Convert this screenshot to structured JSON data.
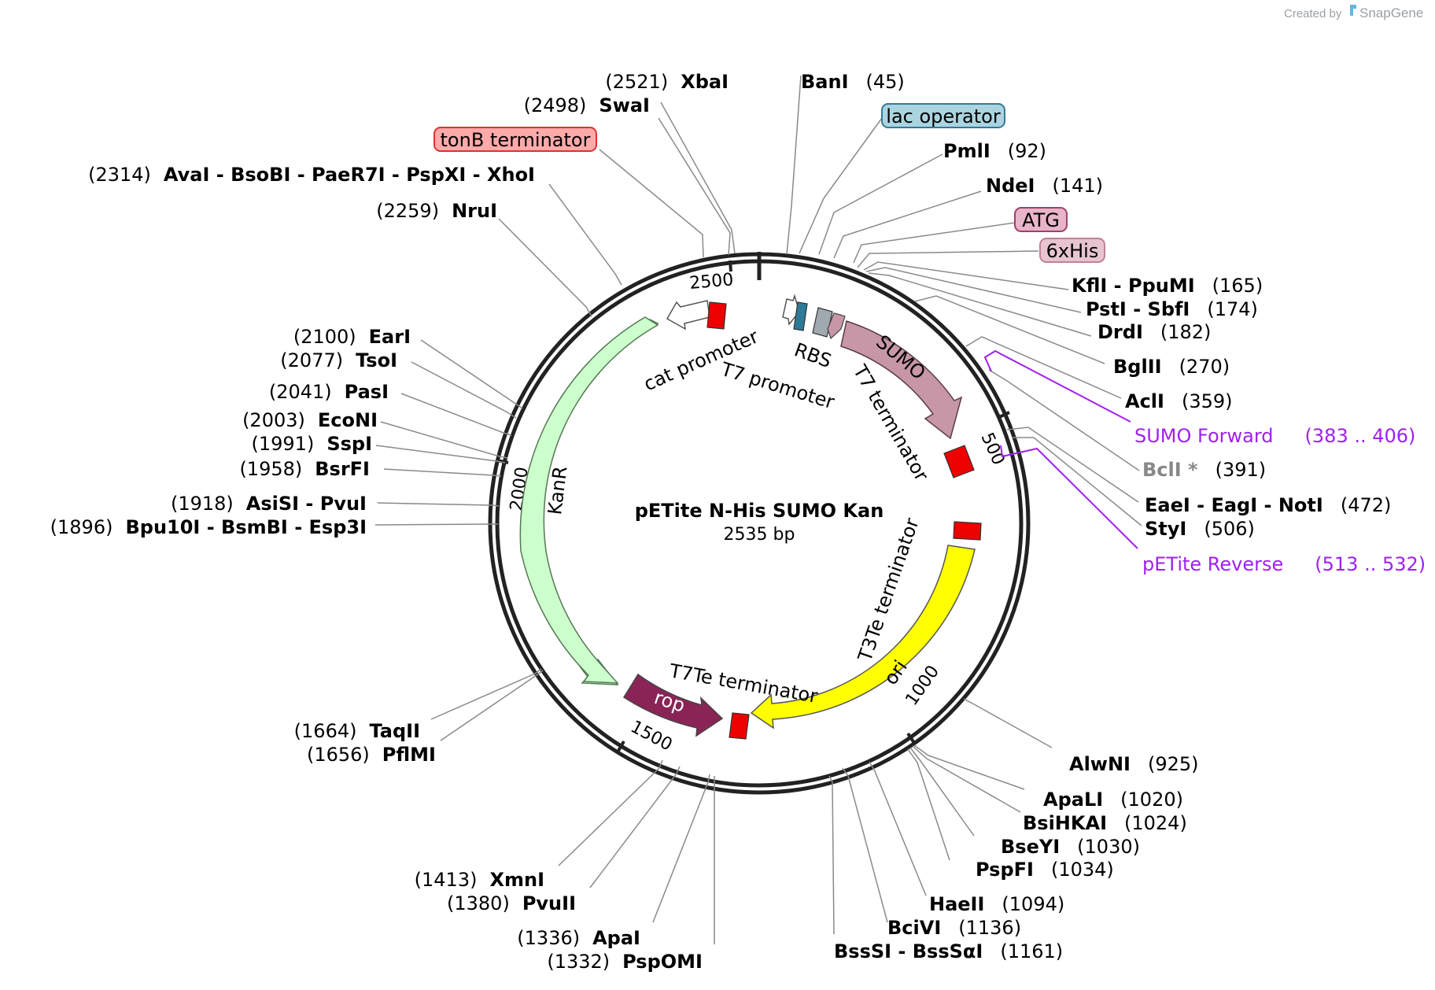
{
  "brand": {
    "created_by": "Created by",
    "product": "SnapGene"
  },
  "plasmid": {
    "name": "pETite N-His SUMO Kan",
    "length": "2535 bp"
  },
  "ticks": [
    "500",
    "1000",
    "1500",
    "2000",
    "2500"
  ],
  "features": [
    {
      "id": "sumo",
      "label": "SUMO",
      "color": "#c797a8"
    },
    {
      "id": "ori",
      "label": "ori",
      "color": "#ffff00"
    },
    {
      "id": "kanr",
      "label": "KanR",
      "color": "#ccffcc"
    },
    {
      "id": "rop",
      "label": "rop",
      "color": "#8b2456"
    },
    {
      "id": "cat_promoter",
      "label": "cat promoter",
      "color": "#ffffff"
    },
    {
      "id": "t7_promoter",
      "label": "T7 promoter",
      "color": "#ffffff"
    },
    {
      "id": "rbs",
      "label": "RBS",
      "color": "#a0a8b0"
    },
    {
      "id": "t7_terminator",
      "label": "T7 terminator",
      "color": "#ee0000"
    },
    {
      "id": "t3te_terminator",
      "label": "T3Te terminator",
      "color": "#ee0000"
    },
    {
      "id": "t7te_terminator",
      "label": "T7Te terminator",
      "color": "#ee0000"
    }
  ],
  "boxed_features": [
    {
      "id": "tonb",
      "label": "tonB terminator",
      "fill": "#ffaaaa",
      "stroke": "#dd3333"
    },
    {
      "id": "lacop",
      "label": "lac operator",
      "fill": "#aad4e0",
      "stroke": "#337a99"
    },
    {
      "id": "atg",
      "label": "ATG",
      "fill": "#e8b4c8",
      "stroke": "#a04070"
    },
    {
      "id": "his",
      "label": "6xHis",
      "fill": "#e8c4d0",
      "stroke": "#c08098"
    }
  ],
  "sites_right": [
    {
      "name": "BanI",
      "pos": "(45)"
    },
    {
      "name": "PmlI",
      "pos": "(92)"
    },
    {
      "name": "NdeI",
      "pos": "(141)"
    },
    {
      "name": "KflI - PpuMI",
      "pos": "(165)"
    },
    {
      "name": "PstI - SbfI",
      "pos": "(174)"
    },
    {
      "name": "DrdI",
      "pos": "(182)"
    },
    {
      "name": "BglII",
      "pos": "(270)"
    },
    {
      "name": "AclI",
      "pos": "(359)"
    },
    {
      "name": "BclI *",
      "pos": "(391)"
    },
    {
      "name": "EaeI - EagI - NotI",
      "pos": "(472)"
    },
    {
      "name": "StyI",
      "pos": "(506)"
    },
    {
      "name": "AlwNI",
      "pos": "(925)"
    },
    {
      "name": "ApaLI",
      "pos": "(1020)"
    },
    {
      "name": "BsiHKAI",
      "pos": "(1024)"
    },
    {
      "name": "BseYI",
      "pos": "(1030)"
    },
    {
      "name": "PspFI",
      "pos": "(1034)"
    },
    {
      "name": "HaeII",
      "pos": "(1094)"
    },
    {
      "name": "BciVI",
      "pos": "(1136)"
    },
    {
      "name": "BssSI - BssSαI",
      "pos": "(1161)"
    }
  ],
  "sites_left": [
    {
      "name": "XbaI",
      "pos": "(2521)"
    },
    {
      "name": "SwaI",
      "pos": "(2498)"
    },
    {
      "name": "AvaI - BsoBI - PaeR7I - PspXI - XhoI",
      "pos": "(2314)"
    },
    {
      "name": "NruI",
      "pos": "(2259)"
    },
    {
      "name": "EarI",
      "pos": "(2100)"
    },
    {
      "name": "TsoI",
      "pos": "(2077)"
    },
    {
      "name": "PasI",
      "pos": "(2041)"
    },
    {
      "name": "EcoNI",
      "pos": "(2003)"
    },
    {
      "name": "SspI",
      "pos": "(1991)"
    },
    {
      "name": "BsrFI",
      "pos": "(1958)"
    },
    {
      "name": "AsiSI - PvuI",
      "pos": "(1918)"
    },
    {
      "name": "Bpu10I - BsmBI - Esp3I",
      "pos": "(1896)"
    },
    {
      "name": "TaqII",
      "pos": "(1664)"
    },
    {
      "name": "PflMI",
      "pos": "(1656)"
    },
    {
      "name": "XmnI",
      "pos": "(1413)"
    },
    {
      "name": "PvuII",
      "pos": "(1380)"
    },
    {
      "name": "ApaI",
      "pos": "(1336)"
    },
    {
      "name": "PspOMI",
      "pos": "(1332)"
    }
  ],
  "primers": [
    {
      "name": "SUMO Forward",
      "range": "(383 .. 406)"
    },
    {
      "name": "pETite Reverse",
      "range": "(513 .. 532)"
    }
  ]
}
